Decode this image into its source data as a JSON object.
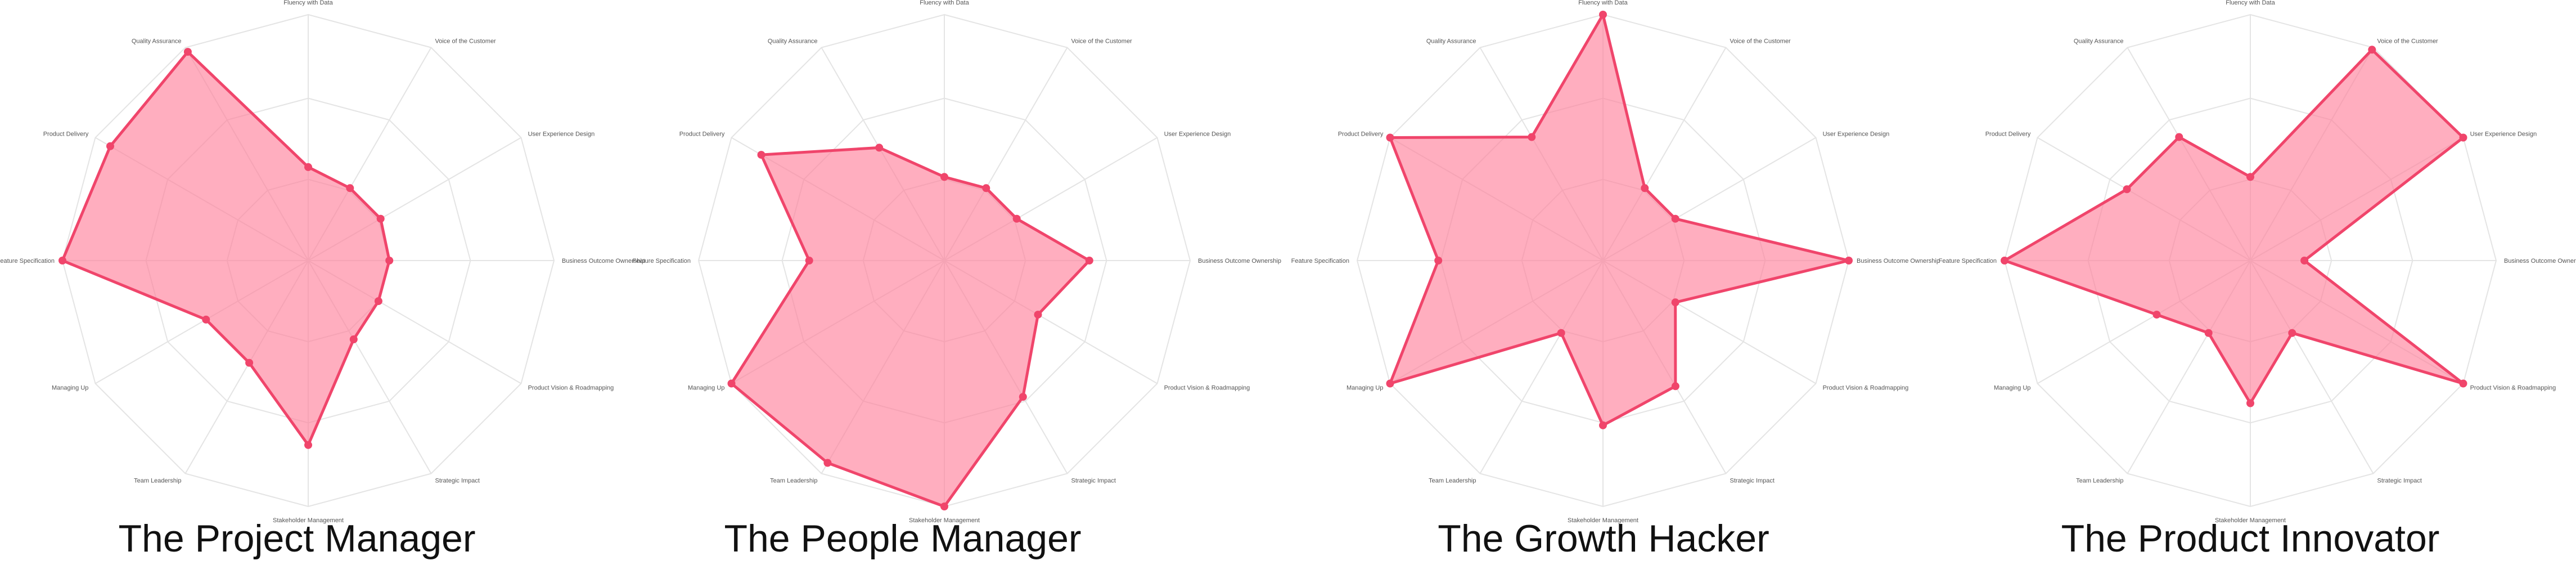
{
  "chart_data": [
    {
      "type": "radar",
      "title": "The Project Manager",
      "axes": [
        "Fluency with Data",
        "Voice of the Customer",
        "User Experience Design",
        "Business Outcome Ownership",
        "Product Vision & Roadmapping",
        "Strategic Impact",
        "Stakeholder Management",
        "Team Leadership",
        "Managing Up",
        "Feature Specification",
        "Product Delivery",
        "Quality Assurance"
      ],
      "range": [
        0,
        10
      ],
      "grid": true,
      "series": [
        {
          "values": [
            3.8,
            3.4,
            3.4,
            3.3,
            3.3,
            3.7,
            7.5,
            4.8,
            4.8,
            10,
            9.3,
            9.8
          ]
        }
      ],
      "colors": {
        "fill": "#ff7c97",
        "stroke": "#f0456b"
      }
    },
    {
      "type": "radar",
      "title": "The People Manager",
      "axes": [
        "Fluency with Data",
        "Voice of the Customer",
        "User Experience Design",
        "Business Outcome Ownership",
        "Product Vision & Roadmapping",
        "Strategic Impact",
        "Stakeholder Management",
        "Team Leadership",
        "Managing Up",
        "Feature Specification",
        "Product Delivery",
        "Quality Assurance"
      ],
      "range": [
        0,
        10
      ],
      "grid": true,
      "series": [
        {
          "values": [
            3.4,
            3.4,
            3.4,
            5.9,
            4.4,
            6.4,
            10,
            9.5,
            10,
            5.5,
            8.6,
            5.3
          ]
        }
      ],
      "colors": {
        "fill": "#ff7c97",
        "stroke": "#f0456b"
      }
    },
    {
      "type": "radar",
      "title": "The Growth Hacker",
      "axes": [
        "Fluency with Data",
        "Voice of the Customer",
        "User Experience Design",
        "Business Outcome Ownership",
        "Product Vision & Roadmapping",
        "Strategic Impact",
        "Stakeholder Management",
        "Team Leadership",
        "Managing Up",
        "Feature Specification",
        "Product Delivery",
        "Quality Assurance"
      ],
      "range": [
        0,
        10
      ],
      "grid": true,
      "series": [
        {
          "values": [
            10,
            3.4,
            3.4,
            10,
            3.4,
            5.9,
            6.7,
            3.4,
            10,
            6.7,
            10,
            5.8
          ]
        }
      ],
      "colors": {
        "fill": "#ff7c97",
        "stroke": "#f0456b"
      }
    },
    {
      "type": "radar",
      "title": "The Product Innovator",
      "axes": [
        "Fluency with Data",
        "Voice of the Customer",
        "User Experience Design",
        "Business Outcome Ownership",
        "Product Vision & Roadmapping",
        "Strategic Impact",
        "Stakeholder Management",
        "Team Leadership",
        "Managing Up",
        "Feature Specification",
        "Product Delivery",
        "Quality Assurance"
      ],
      "range": [
        0,
        10
      ],
      "grid": true,
      "series": [
        {
          "values": [
            3.4,
            9.9,
            10,
            2.2,
            10,
            3.4,
            5.8,
            3.4,
            4.4,
            10,
            5.8,
            5.8
          ]
        }
      ],
      "colors": {
        "fill": "#ff7c97",
        "stroke": "#f0456b"
      }
    }
  ]
}
